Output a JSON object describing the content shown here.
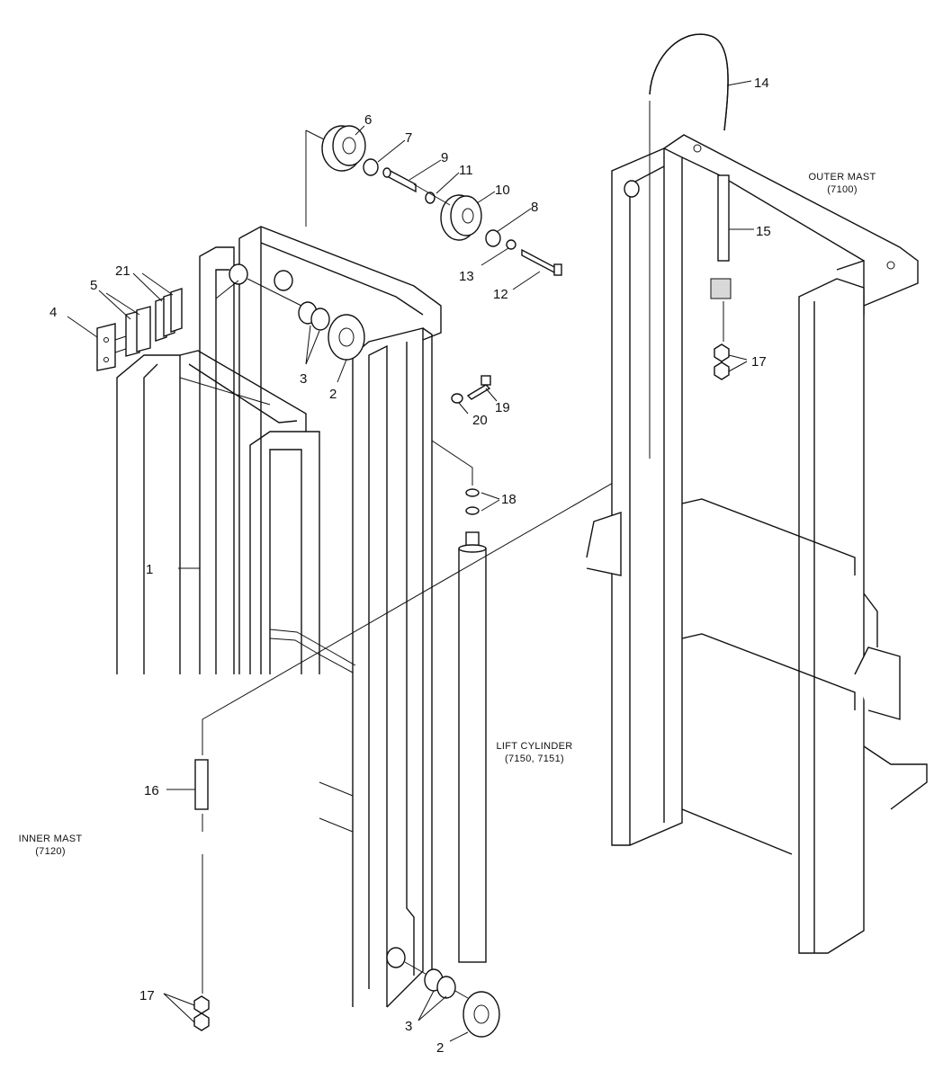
{
  "assemblies": {
    "inner_mast": {
      "name": "INNER MAST",
      "code": "(7120)"
    },
    "outer_mast": {
      "name": "OUTER MAST",
      "code": "(7100)"
    },
    "lift_cylinder": {
      "name": "LIFT CYLINDER",
      "code": "(7150, 7151)"
    }
  },
  "callouts": [
    "1",
    "2",
    "2",
    "3",
    "3",
    "4",
    "5",
    "6",
    "7",
    "8",
    "9",
    "10",
    "11",
    "12",
    "13",
    "14",
    "15",
    "16",
    "17",
    "17",
    "18",
    "19",
    "20",
    "21"
  ]
}
